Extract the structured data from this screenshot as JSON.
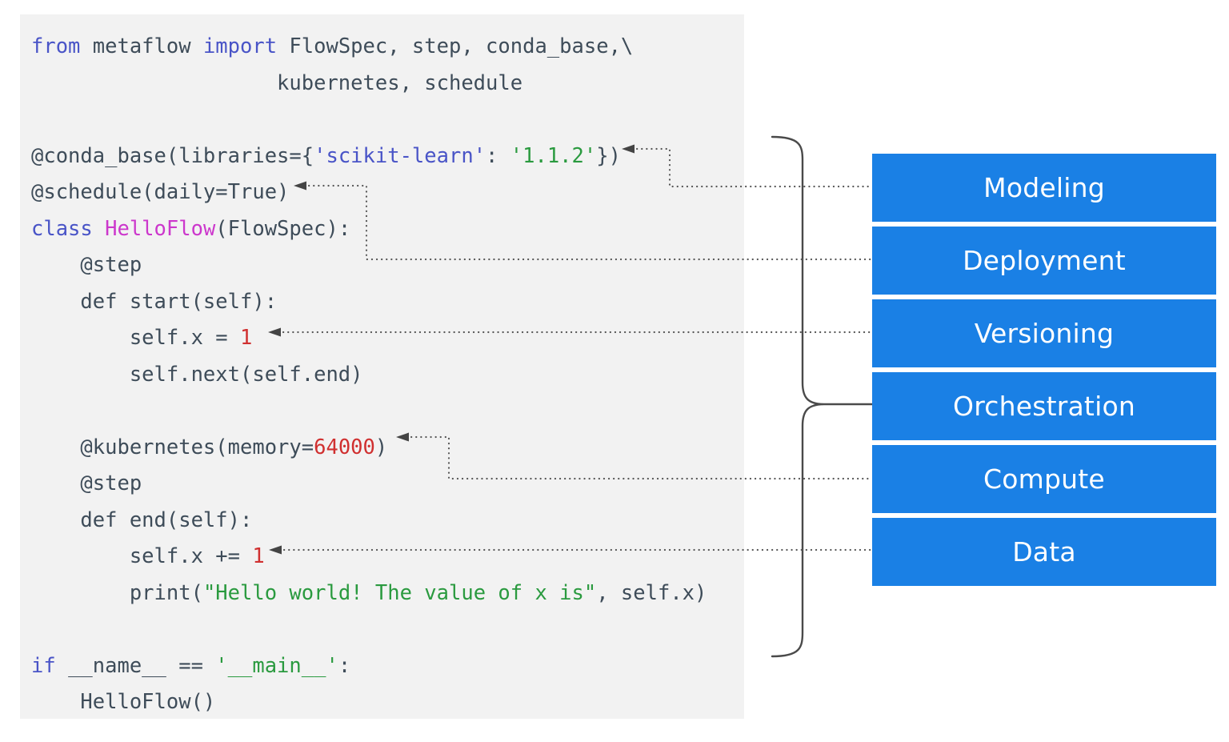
{
  "diagram": {
    "title": "Metaflow HelloFlow annotated code diagram",
    "code_background": "#f2f2f2",
    "accent_color": "#1a80e5",
    "brace_color": "#4a4a4a",
    "connector_color": "#555555"
  },
  "code": {
    "language": "python",
    "lines": [
      {
        "id": "line-1",
        "tokens": [
          {
            "t": "from ",
            "c": "kw"
          },
          {
            "t": "metaflow ",
            "c": "plain"
          },
          {
            "t": "import ",
            "c": "kw"
          },
          {
            "t": "FlowSpec, step, conda_base,\\",
            "c": "plain"
          }
        ]
      },
      {
        "id": "line-2",
        "tokens": [
          {
            "t": "                    kubernetes, schedule",
            "c": "plain"
          }
        ]
      },
      {
        "id": "line-3",
        "tokens": [
          {
            "t": "",
            "c": "plain"
          }
        ]
      },
      {
        "id": "line-4",
        "tokens": [
          {
            "t": "@conda_base(libraries={",
            "c": "plain"
          },
          {
            "t": "'scikit-learn'",
            "c": "strblue"
          },
          {
            "t": ": ",
            "c": "plain"
          },
          {
            "t": "'1.1.2'",
            "c": "str"
          },
          {
            "t": "})",
            "c": "plain"
          }
        ]
      },
      {
        "id": "line-5",
        "tokens": [
          {
            "t": "@schedule(daily=True)",
            "c": "plain"
          }
        ]
      },
      {
        "id": "line-6",
        "tokens": [
          {
            "t": "class ",
            "c": "kw"
          },
          {
            "t": "HelloFlow",
            "c": "cls"
          },
          {
            "t": "(FlowSpec):",
            "c": "plain"
          }
        ]
      },
      {
        "id": "line-7",
        "tokens": [
          {
            "t": "    @step",
            "c": "plain"
          }
        ]
      },
      {
        "id": "line-8",
        "tokens": [
          {
            "t": "    def start(self):",
            "c": "plain"
          }
        ]
      },
      {
        "id": "line-9",
        "tokens": [
          {
            "t": "        self.x = ",
            "c": "plain"
          },
          {
            "t": "1",
            "c": "num"
          }
        ]
      },
      {
        "id": "line-10",
        "tokens": [
          {
            "t": "        self.next(self.end)",
            "c": "plain"
          }
        ]
      },
      {
        "id": "line-11",
        "tokens": [
          {
            "t": "",
            "c": "plain"
          }
        ]
      },
      {
        "id": "line-12",
        "tokens": [
          {
            "t": "    @kubernetes(memory=",
            "c": "plain"
          },
          {
            "t": "64000",
            "c": "num"
          },
          {
            "t": ")",
            "c": "plain"
          }
        ]
      },
      {
        "id": "line-13",
        "tokens": [
          {
            "t": "    @step",
            "c": "plain"
          }
        ]
      },
      {
        "id": "line-14",
        "tokens": [
          {
            "t": "    def end(self):",
            "c": "plain"
          }
        ]
      },
      {
        "id": "line-15",
        "tokens": [
          {
            "t": "        self.x += ",
            "c": "plain"
          },
          {
            "t": "1",
            "c": "num"
          }
        ]
      },
      {
        "id": "line-16",
        "tokens": [
          {
            "t": "        print(",
            "c": "plain"
          },
          {
            "t": "\"Hello world! The value of x is\"",
            "c": "str"
          },
          {
            "t": ", self.x)",
            "c": "plain"
          }
        ]
      },
      {
        "id": "line-17",
        "tokens": [
          {
            "t": "",
            "c": "plain"
          }
        ]
      },
      {
        "id": "line-18",
        "tokens": [
          {
            "t": "if ",
            "c": "kw"
          },
          {
            "t": "__name__ == ",
            "c": "plain"
          },
          {
            "t": "'__main__'",
            "c": "str"
          },
          {
            "t": ":",
            "c": "plain"
          }
        ]
      },
      {
        "id": "line-19",
        "tokens": [
          {
            "t": "    HelloFlow()",
            "c": "plain"
          }
        ]
      }
    ]
  },
  "stack": {
    "boxes": [
      {
        "label": "Modeling",
        "color": "#1a80e5"
      },
      {
        "label": "Deployment",
        "color": "#1a80e5"
      },
      {
        "label": "Versioning",
        "color": "#1a80e5"
      },
      {
        "label": "Orchestration",
        "color": "#1a80e5"
      },
      {
        "label": "Compute",
        "color": "#1a80e5"
      },
      {
        "label": "Data",
        "color": "#1a80e5"
      }
    ]
  },
  "connectors": [
    {
      "name": "conda-base-to-modeling",
      "from_code": "@conda_base(libraries={'scikit-learn': '1.1.2'})",
      "to_box": "Modeling"
    },
    {
      "name": "schedule-to-deployment",
      "from_code": "@schedule(daily=True)",
      "to_box": "Deployment"
    },
    {
      "name": "self-x-assign-to-versioning",
      "from_code": "self.x = 1",
      "to_box": "Versioning"
    },
    {
      "name": "kubernetes-to-compute",
      "from_code": "@kubernetes(memory=64000)",
      "to_box": "Compute"
    },
    {
      "name": "self-x-incr-to-data",
      "from_code": "self.x += 1",
      "to_box": "Data"
    },
    {
      "name": "brace-to-orchestration",
      "from_code": "whole flow",
      "to_box": "Orchestration"
    }
  ]
}
